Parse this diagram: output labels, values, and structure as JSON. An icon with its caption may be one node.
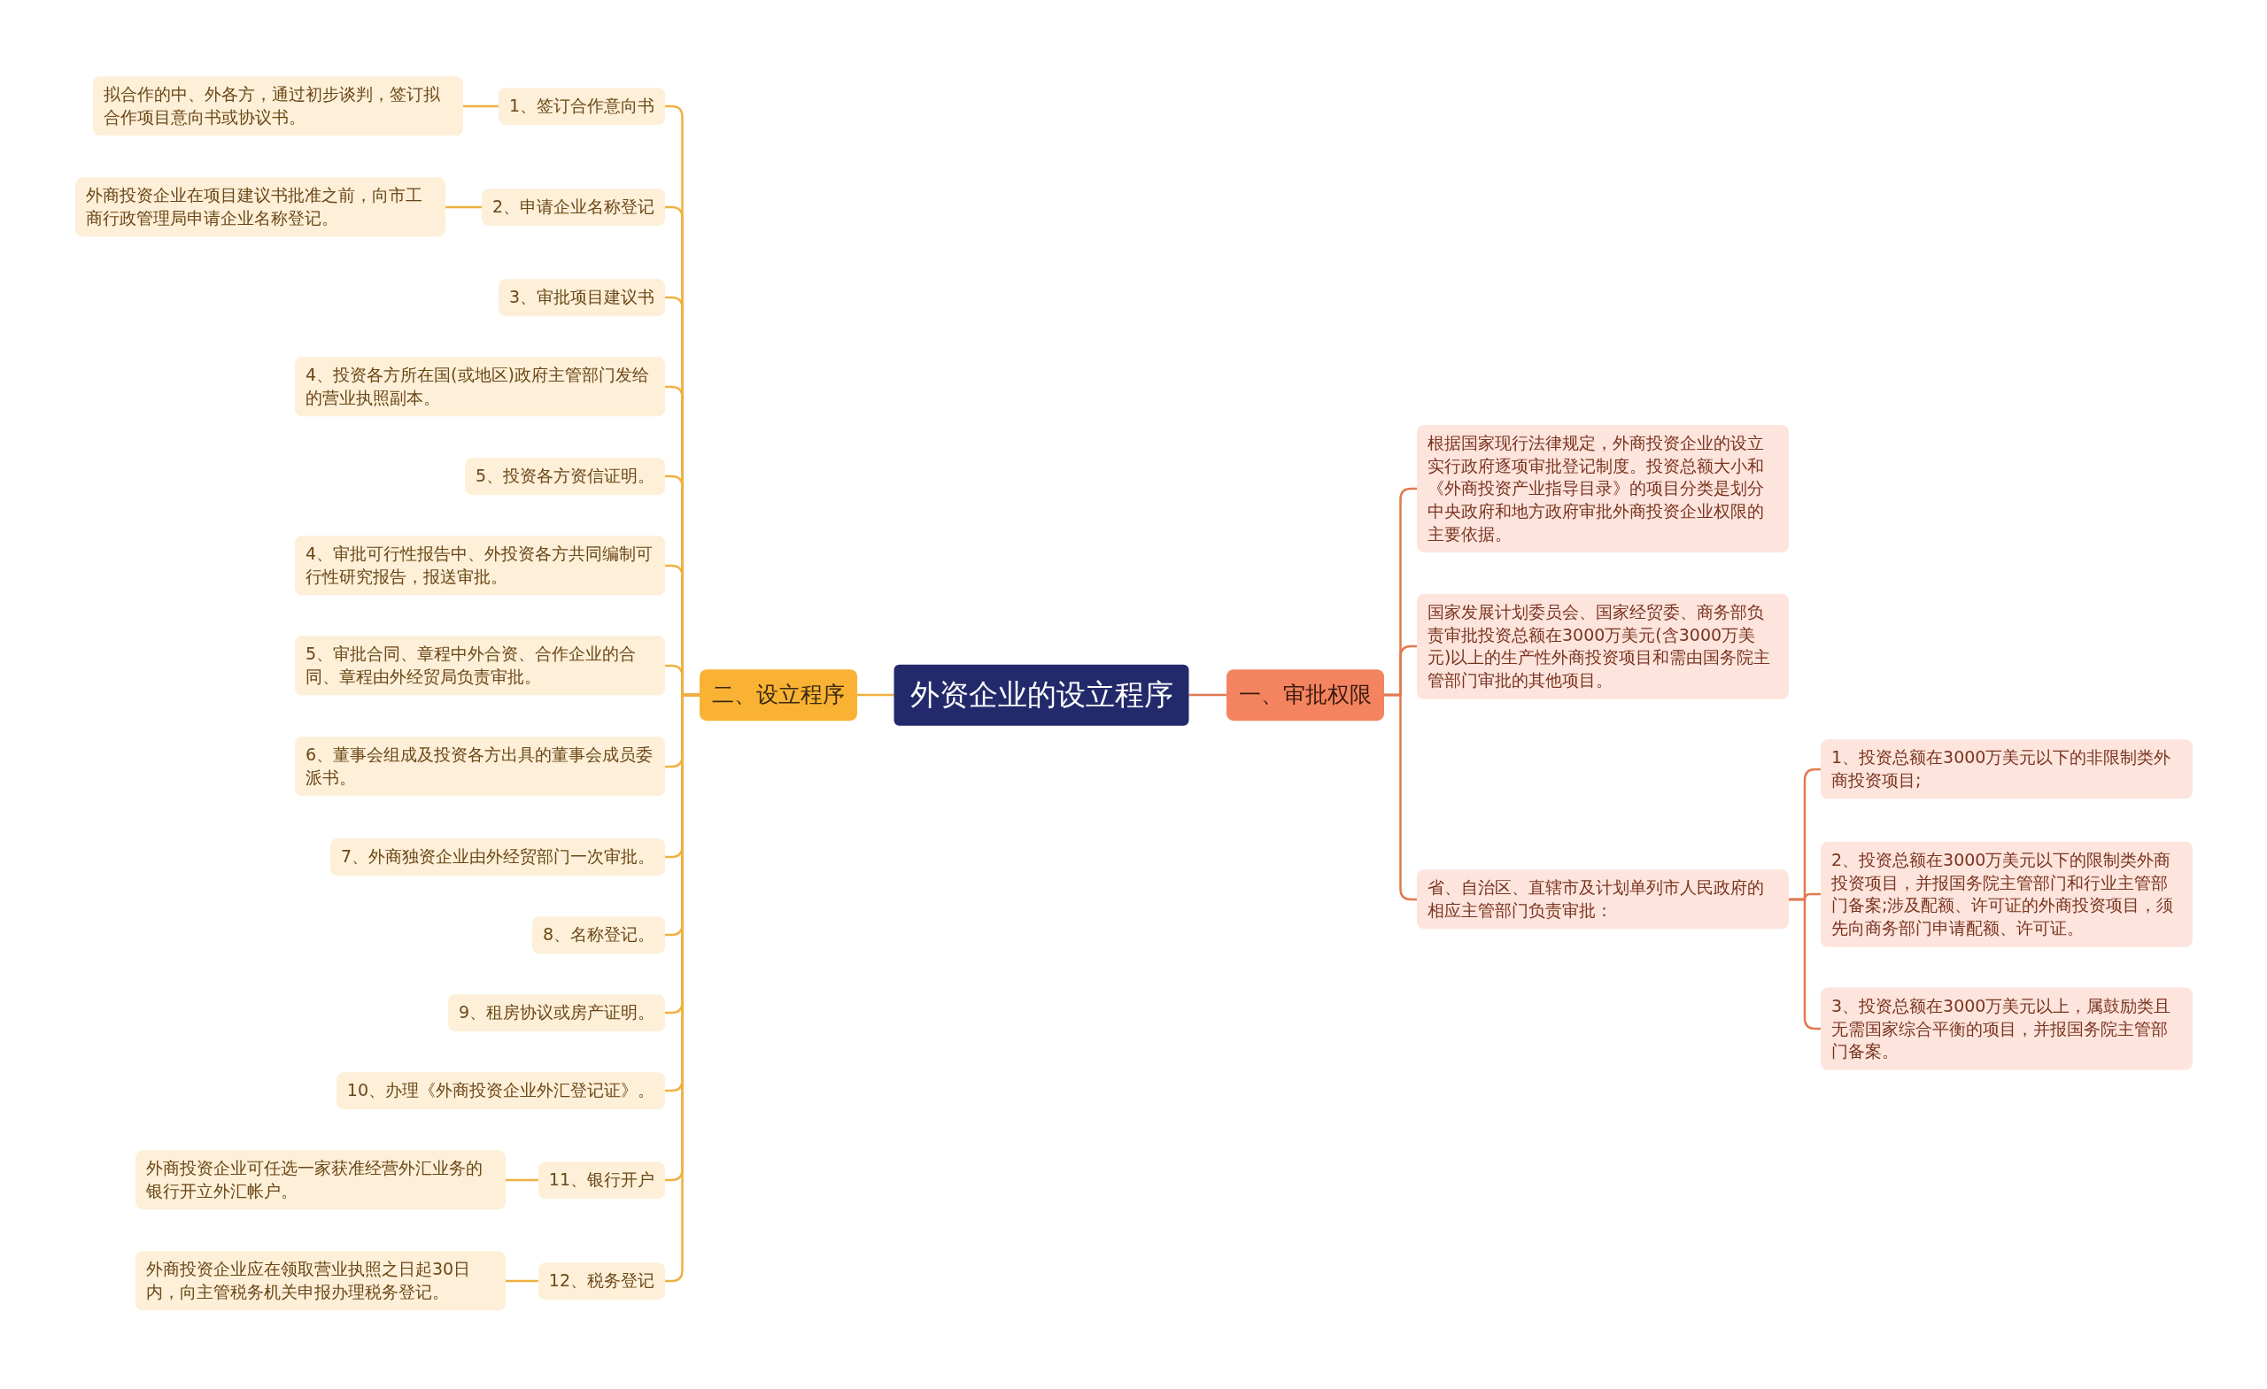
{
  "diagram": {
    "nodes": [
      {
        "text": [
          "外资企业的设立程序"
        ]
      },
      {
        "text": [
          "一、审批权限"
        ]
      },
      {
        "text": [
          "二、设立程序"
        ]
      },
      {
        "text": [
          "1、签订合作意向书"
        ]
      },
      {
        "text": [
          "拟合作的中、外各方，通过初步谈判，签订拟合作项目意向书或协议书。"
        ]
      },
      {
        "text": [
          "2、申请企业名称登记"
        ]
      },
      {
        "text": [
          "外商投资企业在项目建议书批准之前，向市工商行政管理局申请企业名称登记。"
        ]
      },
      {
        "text": [
          "3、审批项目建议书"
        ]
      },
      {
        "text": [
          "4、投资各方所在国(或地区)政府主管部门发给的营业执照副本。"
        ]
      },
      {
        "text": [
          "5、投资各方资信证明。"
        ]
      },
      {
        "text": [
          "4、审批可行性报告中、外投资各方共同编制可行性研究报告，报送审批。"
        ]
      },
      {
        "text": [
          "5、审批合同、章程中外合资、合作企业的合同、章程由外经贸局负责审批。"
        ]
      },
      {
        "text": [
          "6、董事会组成及投资各方出具的董事会成员委派书。"
        ]
      },
      {
        "text": [
          "7、外商独资企业由外经贸部门一次审批。"
        ]
      },
      {
        "text": [
          "8、名称登记。"
        ]
      },
      {
        "text": [
          "9、租房协议或房产证明。"
        ]
      },
      {
        "text": [
          "10、办理《外商投资企业外汇登记证》。"
        ]
      },
      {
        "text": [
          "11、银行开户"
        ]
      },
      {
        "text": [
          "外商投资企业可任选一家获准经营外汇业务的银行开立外汇帐户。"
        ]
      },
      {
        "text": [
          "12、税务登记"
        ]
      },
      {
        "text": [
          "外商投资企业应在领取营业执照之日起30日内，向主管税务机关申报办理税务登记。"
        ]
      },
      {
        "text": [
          "根据国家现行法律规定，外商投资企业的设立实行政府逐项审批登记制度。投资总额大小和《外商投资产业指导目录》的项目分类是划分中央政府和地方政府审批外商投资企业权限的主要依据。"
        ]
      },
      {
        "text": [
          "国家发展计划委员会、国家经贸委、商务部负责审批投资总额在3000万美元(含3000万美元)以上的生产性外商投资项目和需由国务院主管部门审批的其他项目。"
        ]
      },
      {
        "text": [
          "省、自治区、直辖市及计划单列市人民政府的相应主管部门负责审批："
        ]
      },
      {
        "text": [
          "1、投资总额在3000万美元以下的非限制类外商投资项目;"
        ]
      },
      {
        "text": [
          "2、投资总额在3000万美元以下的限制类外商投资项目，并报国务院主管部门和行业主管部门备案;涉及配额、许可证的外商投资项目，须先向商务部门申请配额、许可证。"
        ]
      },
      {
        "text": [
          "3、投资总额在3000万美元以上，属鼓励类且无需国家综合平衡的项目，并报国务院主管部门备案。"
        ]
      }
    ],
    "edges": [
      {
        "from": 0,
        "to": 1,
        "arrow": "none"
      },
      {
        "from": 0,
        "to": 2,
        "arrow": "none"
      },
      {
        "from": 2,
        "to": 3,
        "arrow": "none"
      },
      {
        "from": 3,
        "to": 4,
        "arrow": "none"
      },
      {
        "from": 2,
        "to": 5,
        "arrow": "none"
      },
      {
        "from": 5,
        "to": 6,
        "arrow": "none"
      },
      {
        "from": 2,
        "to": 7,
        "arrow": "none"
      },
      {
        "from": 2,
        "to": 8,
        "arrow": "none"
      },
      {
        "from": 2,
        "to": 9,
        "arrow": "none"
      },
      {
        "from": 2,
        "to": 10,
        "arrow": "none"
      },
      {
        "from": 2,
        "to": 11,
        "arrow": "none"
      },
      {
        "from": 2,
        "to": 12,
        "arrow": "none"
      },
      {
        "from": 2,
        "to": 13,
        "arrow": "none"
      },
      {
        "from": 2,
        "to": 14,
        "arrow": "none"
      },
      {
        "from": 2,
        "to": 15,
        "arrow": "none"
      },
      {
        "from": 2,
        "to": 16,
        "arrow": "none"
      },
      {
        "from": 2,
        "to": 17,
        "arrow": "none"
      },
      {
        "from": 17,
        "to": 18,
        "arrow": "none"
      },
      {
        "from": 2,
        "to": 19,
        "arrow": "none"
      },
      {
        "from": 19,
        "to": 20,
        "arrow": "none"
      },
      {
        "from": 1,
        "to": 21,
        "arrow": "none"
      },
      {
        "from": 1,
        "to": 22,
        "arrow": "none"
      },
      {
        "from": 1,
        "to": 23,
        "arrow": "none"
      },
      {
        "from": 23,
        "to": 24,
        "arrow": "none"
      },
      {
        "from": 23,
        "to": 25,
        "arrow": "none"
      },
      {
        "from": 23,
        "to": 26,
        "arrow": "none"
      }
    ]
  }
}
